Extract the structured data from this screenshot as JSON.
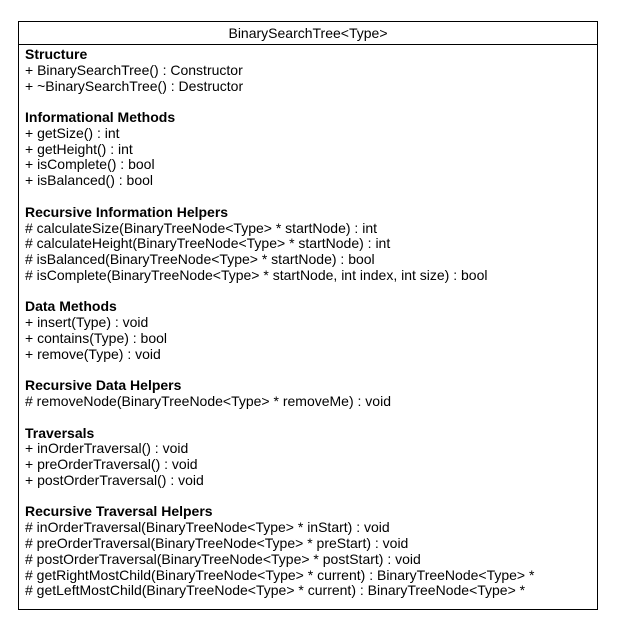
{
  "diagram": {
    "class_name": "BinarySearchTree<Type>",
    "sections": [
      {
        "heading": "Structure",
        "members": [
          "+ BinarySearchTree() : Constructor",
          "+ ~BinarySearchTree() : Destructor"
        ]
      },
      {
        "heading": "Informational Methods",
        "members": [
          "+ getSize() : int",
          "+ getHeight() : int",
          "+ isComplete() : bool",
          "+ isBalanced() : bool"
        ]
      },
      {
        "heading": "Recursive Information Helpers",
        "members": [
          "# calculateSize(BinaryTreeNode<Type> * startNode) : int",
          "# calculateHeight(BinaryTreeNode<Type> * startNode) : int",
          "# isBalanced(BinaryTreeNode<Type> * startNode) : bool",
          "# isComplete(BinaryTreeNode<Type> * startNode, int index, int size) : bool"
        ]
      },
      {
        "heading": "Data Methods",
        "members": [
          "+ insert(Type) : void",
          "+ contains(Type) : bool",
          "+ remove(Type) : void"
        ]
      },
      {
        "heading": "Recursive Data Helpers",
        "members": [
          "# removeNode(BinaryTreeNode<Type> * removeMe) : void"
        ]
      },
      {
        "heading": "Traversals",
        "members": [
          "+ inOrderTraversal() : void",
          "+ preOrderTraversal() : void",
          "+ postOrderTraversal() : void"
        ]
      },
      {
        "heading": "Recursive Traversal Helpers",
        "members": [
          "# inOrderTraversal(BinaryTreeNode<Type> * inStart) : void",
          "# preOrderTraversal(BinaryTreeNode<Type> * preStart) : void",
          "# postOrderTraversal(BinaryTreeNode<Type> * postStart) : void",
          "# getRightMostChild(BinaryTreeNode<Type> * current) : BinaryTreeNode<Type> *",
          "# getLeftMostChild(BinaryTreeNode<Type> * current) : BinaryTreeNode<Type> *"
        ]
      }
    ]
  }
}
